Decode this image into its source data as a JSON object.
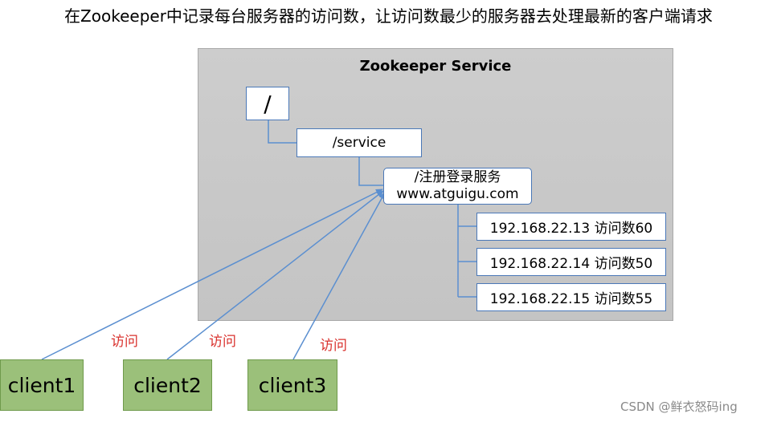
{
  "heading": "在Zookeeper中记录每台服务器的访问数，让访问数最少的服务器去处理最新的客户端请求",
  "service": {
    "title": "Zookeeper Service"
  },
  "nodes": {
    "root": "/",
    "service": "/service",
    "app_line1": "/注册登录服务",
    "app_line2": "www.atguigu.com",
    "servers": [
      "192.168.22.13  访问数60",
      "192.168.22.14 访问数50",
      "192.168.22.15 访问数55"
    ]
  },
  "clients": [
    "client1",
    "client2",
    "client3"
  ],
  "edge_label": "访问",
  "watermark": "CSDN @鲜衣怒码ing",
  "colors": {
    "node_border": "#4a78b8",
    "connector": "#5b8fd0",
    "client_fill": "#9bc07a",
    "edge_label": "#d9302c",
    "service_bg": "#c8c8c8"
  }
}
